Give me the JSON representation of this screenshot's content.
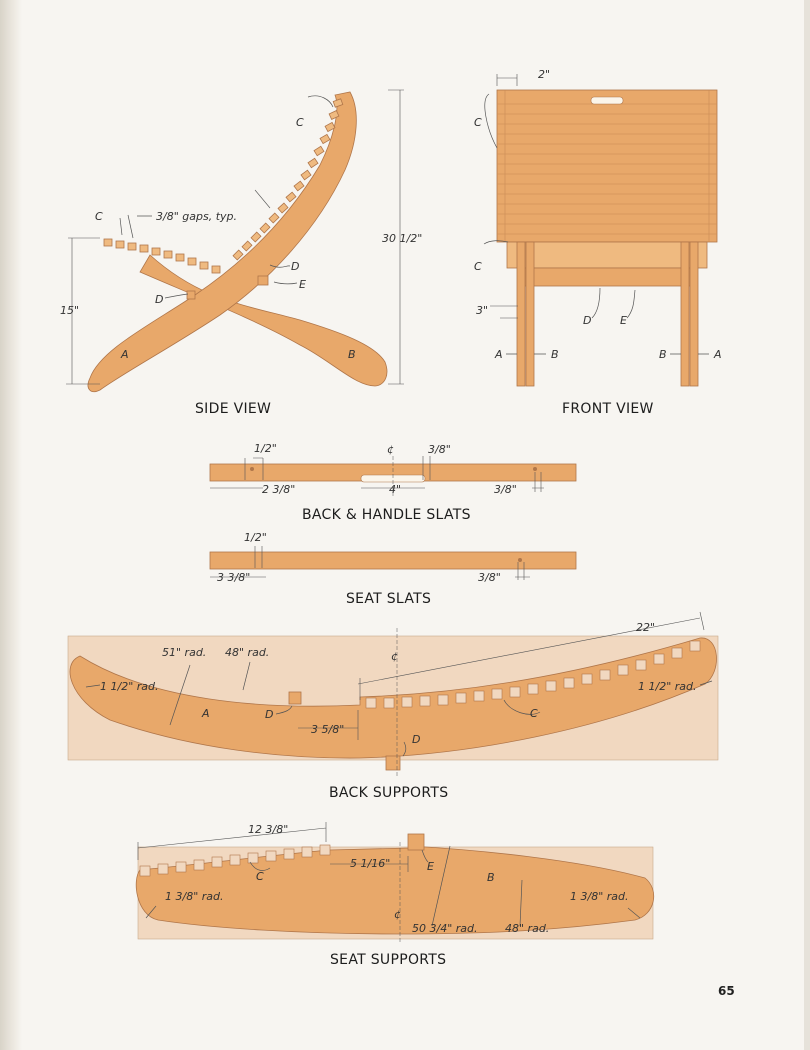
{
  "captions": {
    "side_view": "SIDE VIEW",
    "front_view": "FRONT VIEW",
    "back_handle_slats": "BACK & HANDLE SLATS",
    "seat_slats": "SEAT SLATS",
    "back_supports": "BACK SUPPORTS",
    "seat_supports": "SEAT SUPPORTS"
  },
  "page_number": "65",
  "side_view": {
    "labels": {
      "a": "A",
      "b": "B",
      "c1": "C",
      "c2": "C",
      "d1": "D",
      "d2": "D",
      "e": "E"
    },
    "dims": {
      "gaps": "3/8\" gaps, typ.",
      "height": "30 1/2\"",
      "seat_height": "15\""
    }
  },
  "front_view": {
    "labels": {
      "c1": "C",
      "c2": "C",
      "d": "D",
      "e": "E",
      "a1": "A",
      "b1": "B",
      "b2": "B",
      "a2": "A"
    },
    "dims": {
      "top": "2\"",
      "leg": "3\""
    }
  },
  "back_handle_slats": {
    "dims": {
      "d1": "1/2\"",
      "d2": "3/8\"",
      "d3": "2 3/8\"",
      "d4": "4\"",
      "d5": "3/8\""
    },
    "centerline": "¢"
  },
  "seat_slats": {
    "dims": {
      "d1": "1/2\"",
      "d2": "3 3/8\"",
      "d3": "3/8\""
    }
  },
  "back_supports": {
    "dims": {
      "r1": "51\" rad.",
      "r2": "48\" rad.",
      "r3": "1 1/2\" rad.",
      "r4": "1 1/2\" rad.",
      "len": "22\"",
      "off": "3 5/8\""
    },
    "labels": {
      "a": "A",
      "c": "C",
      "d1": "D",
      "d2": "D"
    },
    "centerline": "¢"
  },
  "seat_supports": {
    "dims": {
      "len": "12 3/8\"",
      "off": "5 1/16\"",
      "r1": "1 3/8\" rad.",
      "r2": "1 3/8\" rad.",
      "r3": "50 3/4\" rad.",
      "r4": "48\" rad."
    },
    "labels": {
      "c": "C",
      "e": "E",
      "b": "B"
    },
    "centerline": "¢"
  }
}
